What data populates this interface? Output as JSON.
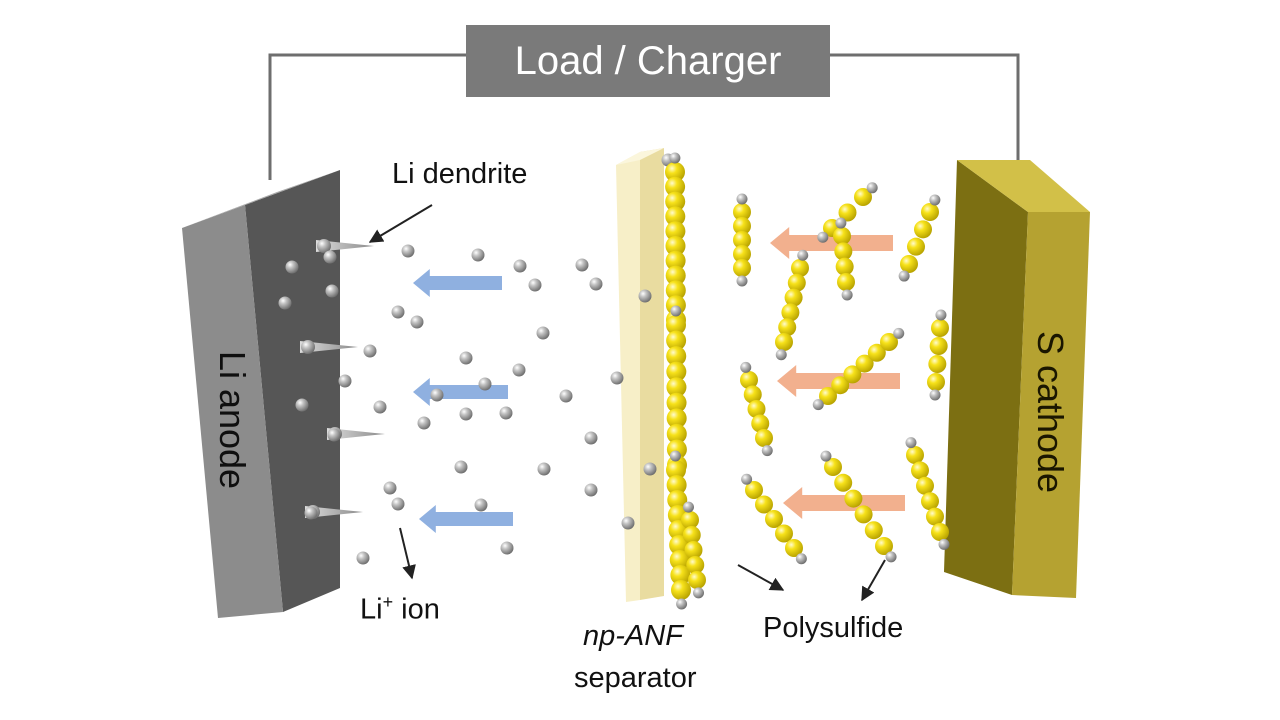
{
  "labels": {
    "load_charger": "Load / Charger",
    "li_dendrite": "Li dendrite",
    "li_ion_main": "Li",
    "li_ion_sup": "+",
    "li_ion_tail": " ion",
    "separator_line1": "np-ANF",
    "separator_line2": "separator",
    "polysulfide": "Polysulfide",
    "li_anode": "Li anode",
    "s_cathode": "S cathode"
  },
  "colors": {
    "anode_front": "#8c8c8c",
    "anode_side": "#565656",
    "anode_top": "#a8a8a8",
    "cathode_front": "#b5a231",
    "cathode_side": "#7c6f12",
    "cathode_top": "#d2c048",
    "separator_front": "#f7efc8",
    "separator_side": "#e9dca0",
    "sulfur": "#f7e21a",
    "li_ion": "#9a9a9a",
    "li_arrow": "#8fb0e0",
    "polysulfide_arrow": "#f2b08e",
    "load_box": "#7a7a7a",
    "wire": "#6e6e6e"
  },
  "icons": {
    "li_ion": "grey-sphere-icon",
    "sulfur_atom": "yellow-sphere-icon",
    "li_transport": "blue-arrow-left-icon",
    "polysulfide_transport": "orange-arrow-left-icon",
    "dendrite": "spike-icon"
  }
}
